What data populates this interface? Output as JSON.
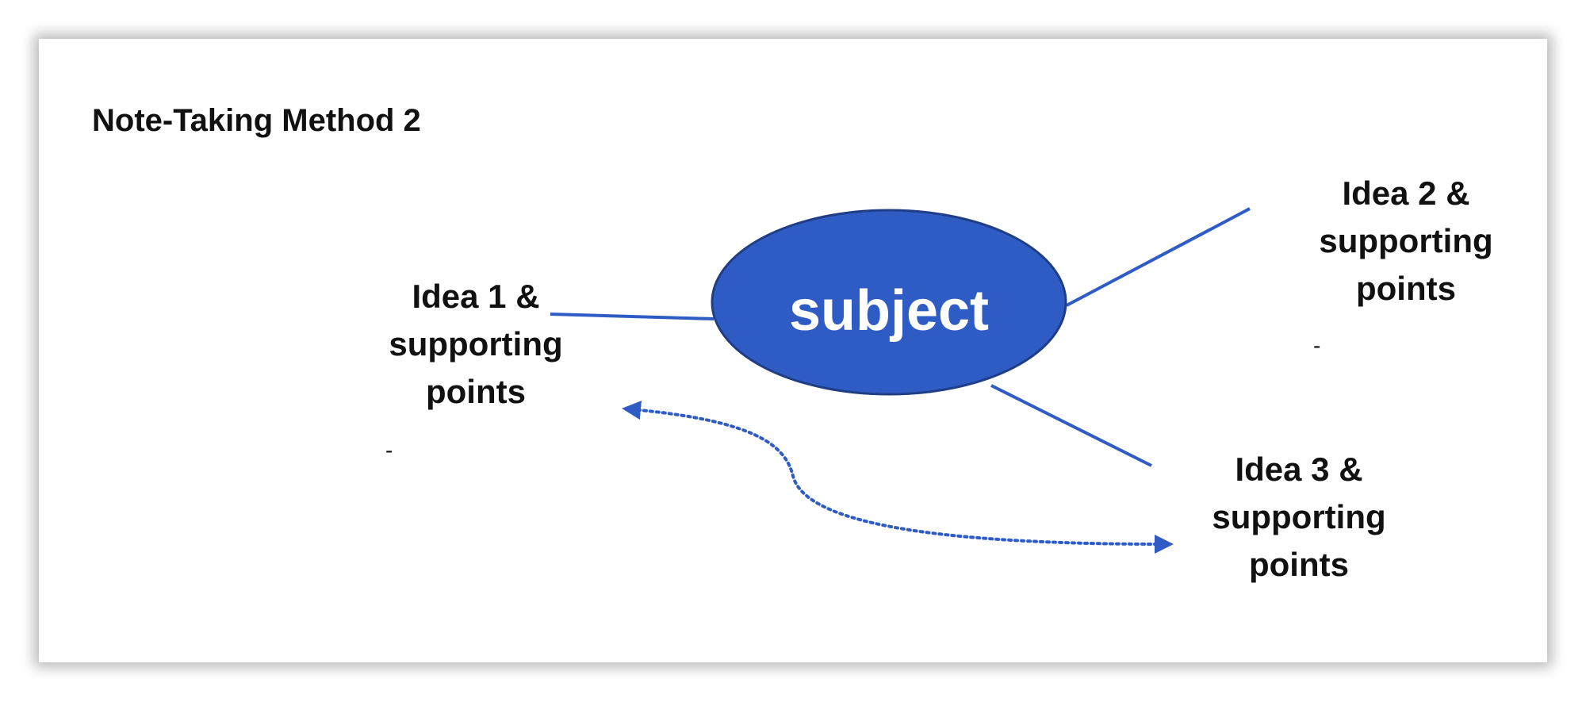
{
  "title": "Note-Taking Method 2",
  "colors": {
    "accent": "#2F5CC4",
    "accent_border": "#1F3E86",
    "text": "#111111"
  },
  "center": {
    "label": "subject"
  },
  "ideas": [
    {
      "lines": [
        "Idea 1 &",
        "supporting",
        "points"
      ],
      "bullet": "-"
    },
    {
      "lines": [
        "Idea 2 &",
        "supporting",
        "points"
      ],
      "bullet": "-"
    },
    {
      "lines": [
        "Idea 3 &",
        "supporting",
        "points"
      ],
      "bullet": "-"
    }
  ]
}
